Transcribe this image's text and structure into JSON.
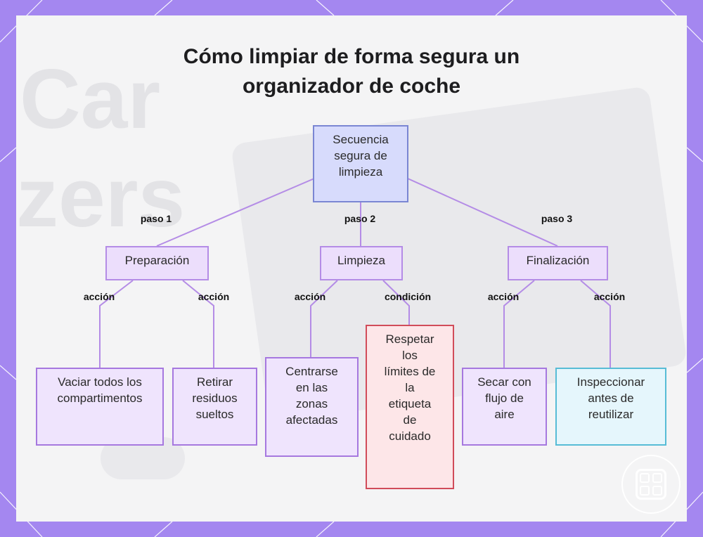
{
  "diagram": {
    "title_lines": [
      "Cómo limpiar de forma segura un",
      "organizador de coche"
    ],
    "nodes": {
      "root": "Secuencia\nsegura de\nlimpieza",
      "preparacion": "Preparación",
      "limpieza": "Limpieza",
      "finalizacion": "Finalización",
      "vaciar": "Vaciar todos los\ncompartimentos",
      "retirar": "Retirar\nresiduos\nsueltos",
      "centrarse": "Centrarse\nen las\nzonas\nafectadas",
      "respetar": "Respetar\nlos\nlímites de\nla\netiqueta\nde\ncuidado",
      "secar": "Secar con\nflujo de\naire",
      "inspeccionar": "Inspeccionar\nantes de\nreutilizar"
    },
    "edge_labels": {
      "paso1": "paso 1",
      "paso2": "paso 2",
      "paso3": "paso 3",
      "accion_vaciar": "acción",
      "accion_retirar": "acción",
      "accion_centrarse": "acción",
      "condicion_respetar": "condición",
      "accion_secar": "acción",
      "accion_inspeccionar": "acción"
    },
    "colors": {
      "background": "#a487f0",
      "line": "#b48ce6",
      "root_fill": "#d7dbfc",
      "condition_border": "#d14c5a",
      "inspect_border": "#57bcd6"
    }
  }
}
